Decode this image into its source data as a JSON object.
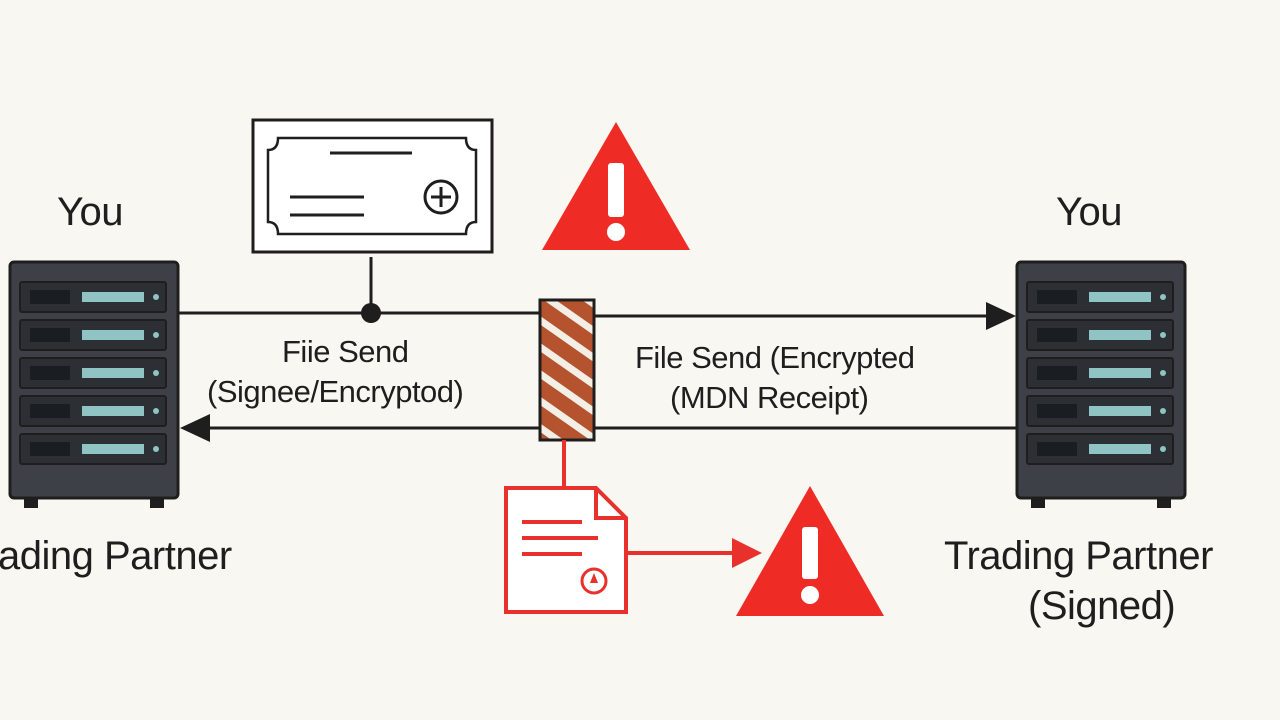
{
  "left_node": {
    "top_label": "You",
    "bottom_label": "ading Partner"
  },
  "right_node": {
    "top_label": "You",
    "bottom_label_line1": "Trading Partner",
    "bottom_label_line2": "(Signed)"
  },
  "left_flow": {
    "line1": "Fiie Send",
    "line2": "(Signee/Encryptod)"
  },
  "right_flow": {
    "line1": "File Send (Encrypted",
    "line2": "(MDN Receipt)"
  },
  "colors": {
    "background": "#f9f7f2",
    "line": "#1e1e1e",
    "server_body": "#3d4147",
    "server_slot": "#8fc3c4",
    "warning": "#ee2b24",
    "firewall": "#b5532f",
    "document_red": "#e8312c"
  },
  "icons": {
    "certificate": "certificate-icon",
    "warning": "warning-icon",
    "firewall": "firewall-icon",
    "document": "document-icon",
    "server": "server-icon"
  }
}
